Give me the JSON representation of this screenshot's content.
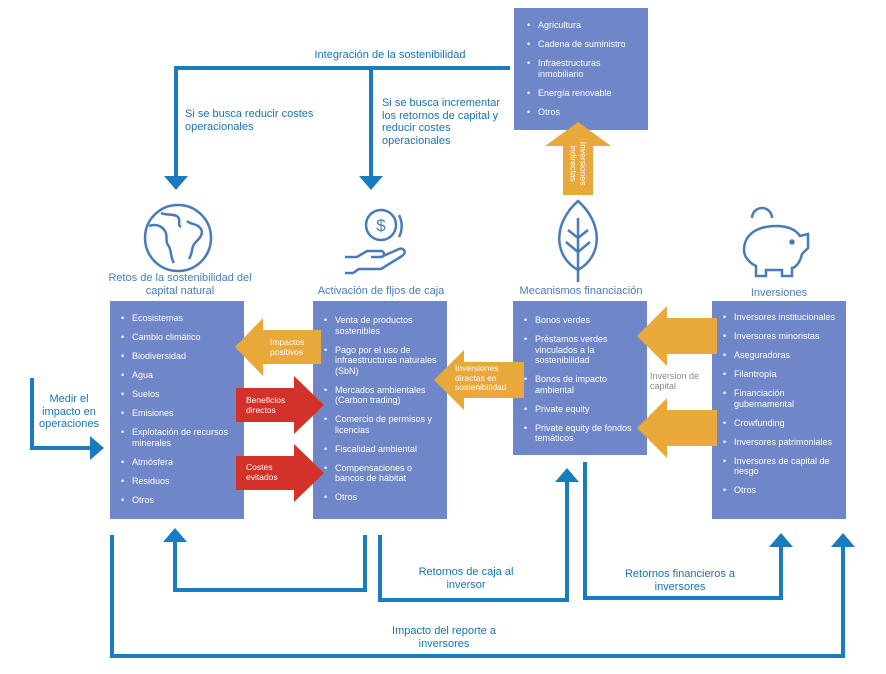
{
  "top_label": "Integración de la sostenibilidad",
  "left_branch_label": "Si se busca reducir costes operacionales",
  "mid_branch_label": "Si se busca incrementar los retornos de capital y reducir costes operacionales",
  "sectors_box": [
    "Agricultura",
    "Cadena de suministro",
    "Infraestructuras inmobiliario",
    "Energía renovable",
    "Otros"
  ],
  "indirect_label": "Inversiones indirectas",
  "col1": {
    "icon": "globe-icon",
    "title": "Retos de la sostenibilidad del capital natural",
    "items": [
      "Ecosistemas",
      "Cambio climático",
      "Biodiversidad",
      "Agua",
      "Suelos",
      "Emisiones",
      "Explotación de recursos minerales",
      "Atmósfera",
      "Residuos",
      "Otros"
    ]
  },
  "col2": {
    "icon": "cash-hand-icon",
    "title": "Activación de fljos de caja",
    "items": [
      "Venta de productos sostenibles",
      "Pago por el uso de infraestructuras naturales (SbN)",
      "Mercados ambientales (Carbon trading)",
      "Comercio de permisos y licencias",
      "Fiscalidad ambiental",
      "Compensaciones o bancos de hábitat",
      "Otros"
    ]
  },
  "col3": {
    "icon": "leaf-icon",
    "title": "Mecanismos financiación",
    "items": [
      "Bonos verdes",
      "Préstamos verdes vinculados a la sostenibilidad",
      "Bonos de impacto ambiental",
      "Private equity",
      "Private equity de fondos temáticos"
    ]
  },
  "col4": {
    "icon": "piggy-bank-icon",
    "title": "Inversiones",
    "items": [
      "Inversores institucionales",
      "Inversores minoristas",
      "Aseguradoras",
      "Filantropía",
      "Financiación gubernamental",
      "Crowfunding",
      "Inversores patrimoniales",
      "Inversores de capital de riesgo",
      "Otros"
    ]
  },
  "arrow_labels": {
    "impactos": "Impactos positivos",
    "beneficios": "Beneficios directos",
    "costes": "Costes evitados",
    "directas": "Inversiones directas en sostenibilidad",
    "inversion_capital": "Inversion de capital"
  },
  "medir_label": "Medir el impacto en operaciones",
  "retornos_caja": "Retornos de caja al inversor",
  "retornos_financieros": "Retornos financieros a inversores",
  "impacto_reporte": "Impacto del reporte a inversores",
  "colors": {
    "box": "#6f86c8",
    "line": "#1a7bbf",
    "orange": "#e8a83a",
    "red": "#d3322a",
    "heading": "#4a7bb8"
  }
}
